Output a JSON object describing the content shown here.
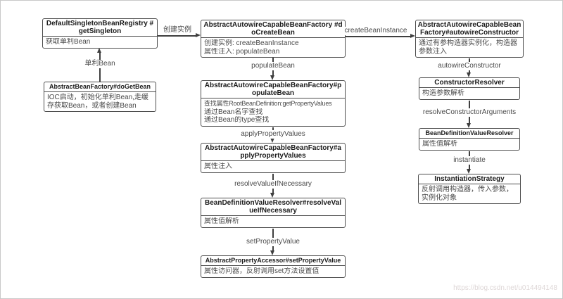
{
  "colors": {
    "background": "#ffffff",
    "frame_border": "#c8c8c8",
    "node_border": "#4d4d4d",
    "title_text": "#1a1a1a",
    "body_text": "#4a4a4a",
    "edge": "#3f3f3f",
    "edge_label_text": "#4a4a4a",
    "watermark_text": "#ded7d7"
  },
  "nodes": {
    "getSingleton": {
      "title": "DefaultSingletonBeanRegistry #getSingleton",
      "body": [
        "获取单利Bean"
      ]
    },
    "doCreateBean": {
      "title": "AbstractAutowireCapableBeanFactory #doCreateBean",
      "body": [
        "创建实例: createBeanInstance",
        "属性注入: populateBean"
      ]
    },
    "autowireConstructor": {
      "title": "AbstractAutowireCapableBeanFactory#autowireConstructor",
      "body": [
        "通过有参构造器实例化，构造器参数注入"
      ]
    },
    "doGetBean": {
      "title": "AbstractBeanFactory#doGetBean",
      "body": [
        "IOC启动，初始化单利Bean,走缓存获取Bean，或者创建Bean"
      ]
    },
    "populateBean": {
      "title": "AbstractAutowireCapableBeanFactory#populateBean",
      "body": [
        "查找属性RootBeanDefinition:getPropertyValues",
        "通过Bean名字查找",
        "通过Bean的type查找"
      ]
    },
    "applyPropertyValues": {
      "title": "AbstractAutowireCapableBeanFactory#applyPropertyValues",
      "body": [
        "属性注入"
      ]
    },
    "resolveValueIfNecessary": {
      "title": "BeanDefinitionValueResolver#resolveValueIfNecessary",
      "body": [
        "属性值解析"
      ]
    },
    "setPropertyValue": {
      "title": "AbstractPropertyAccessor#setPropertyValue",
      "body": [
        "属性访问器，反射调用set方法设置值"
      ]
    },
    "constructorResolver": {
      "title": "ConstructorResolver",
      "body": [
        "构造参数解析"
      ]
    },
    "beanDefinitionValueResolver": {
      "title": "BeanDefinitionValueResolver",
      "body": [
        "属性值解析"
      ]
    },
    "instantiationStrategy": {
      "title": "InstantiationStrategy",
      "body": [
        "反射调用构造器，传入参数，实例化对象"
      ]
    }
  },
  "edges": {
    "createInstance": "创建实例",
    "createBeanInstance": "createBeanInstance",
    "singletonBean": "单利Bean",
    "populateBean": "populateBean",
    "applyPropertyValues": "applyPropertyValues",
    "resolveValueIfNecessary": "resolveValueIfNecessary",
    "setPropertyValue": "setPropertyValue",
    "autowireConstructor": "autowireConstructor",
    "resolveConstructorArguments": "resolveConstructorArguments",
    "instantiate": "instantiate"
  },
  "watermark": {
    "text": "https://blog.csdn.net/u014494148"
  }
}
